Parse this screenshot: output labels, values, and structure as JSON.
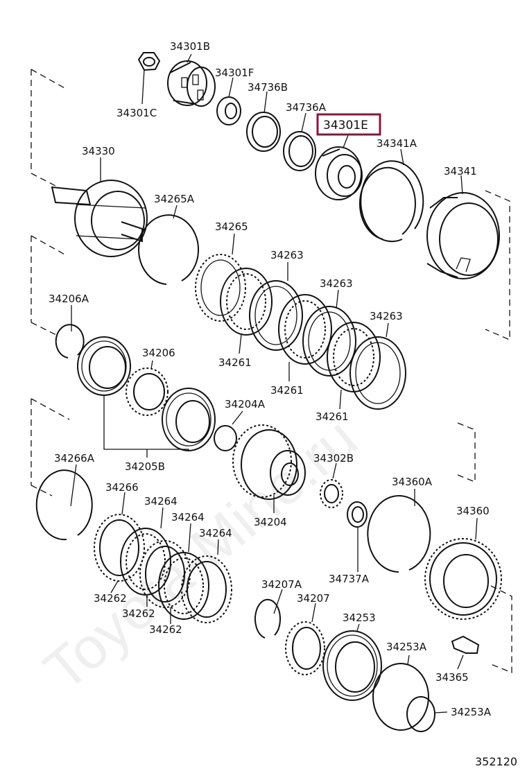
{
  "diagram_code": "352120",
  "watermark": "Toyota-Mine.ru",
  "highlight_color": "#8b1538",
  "parts": [
    {
      "id": "34301B",
      "label": "34301B"
    },
    {
      "id": "34301C",
      "label": "34301C"
    },
    {
      "id": "34301F",
      "label": "34301F"
    },
    {
      "id": "34736B",
      "label": "34736B"
    },
    {
      "id": "34736A",
      "label": "34736A"
    },
    {
      "id": "34301E",
      "label": "34301E",
      "highlighted": true
    },
    {
      "id": "34341A",
      "label": "34341A"
    },
    {
      "id": "34341",
      "label": "34341"
    },
    {
      "id": "34330",
      "label": "34330"
    },
    {
      "id": "34265A",
      "label": "34265A"
    },
    {
      "id": "34265",
      "label": "34265"
    },
    {
      "id": "34263a",
      "label": "34263"
    },
    {
      "id": "34263b",
      "label": "34263"
    },
    {
      "id": "34263c",
      "label": "34263"
    },
    {
      "id": "34261a",
      "label": "34261"
    },
    {
      "id": "34261b",
      "label": "34261"
    },
    {
      "id": "34261c",
      "label": "34261"
    },
    {
      "id": "34206A",
      "label": "34206A"
    },
    {
      "id": "34206",
      "label": "34206"
    },
    {
      "id": "34204A",
      "label": "34204A"
    },
    {
      "id": "34205B",
      "label": "34205B"
    },
    {
      "id": "34266A",
      "label": "34266A"
    },
    {
      "id": "34266",
      "label": "34266"
    },
    {
      "id": "34264a",
      "label": "34264"
    },
    {
      "id": "34264b",
      "label": "34264"
    },
    {
      "id": "34264c",
      "label": "34264"
    },
    {
      "id": "34204",
      "label": "34204"
    },
    {
      "id": "34302B",
      "label": "34302B"
    },
    {
      "id": "34360A",
      "label": "34360A"
    },
    {
      "id": "34360",
      "label": "34360"
    },
    {
      "id": "34262a",
      "label": "34262"
    },
    {
      "id": "34262b",
      "label": "34262"
    },
    {
      "id": "34262c",
      "label": "34262"
    },
    {
      "id": "34737A",
      "label": "34737A"
    },
    {
      "id": "34207A",
      "label": "34207A"
    },
    {
      "id": "34207",
      "label": "34207"
    },
    {
      "id": "34253",
      "label": "34253"
    },
    {
      "id": "34253Aa",
      "label": "34253A"
    },
    {
      "id": "34253Ab",
      "label": "34253A"
    },
    {
      "id": "34365",
      "label": "34365"
    }
  ]
}
